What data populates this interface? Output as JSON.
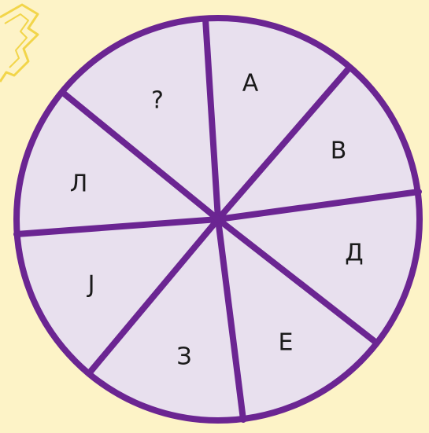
{
  "colors": {
    "background": "#fdf3c7",
    "wheel_fill": "#e8e0ee",
    "wheel_stroke": "#6b2592",
    "corner_sketch": "#f2d54a"
  },
  "wheel": {
    "segments": [
      {
        "label": "?"
      },
      {
        "label": "A"
      },
      {
        "label": "B"
      },
      {
        "label": "Д"
      },
      {
        "label": "E"
      },
      {
        "label": "З"
      },
      {
        "label": "J"
      },
      {
        "label": "Л"
      }
    ]
  }
}
